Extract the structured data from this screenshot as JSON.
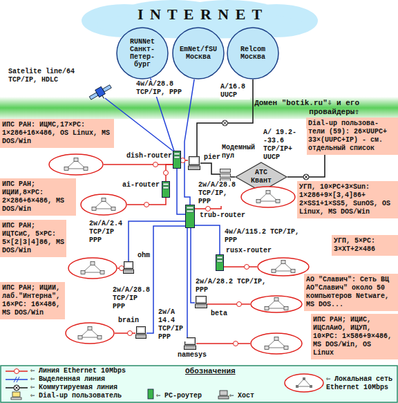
{
  "diagram": {
    "nodes": [
      {
        "text": [
          "I N T E R N E T"
        ]
      },
      {
        "text": [
          "RUNNet",
          "Санкт- Петер- бург"
        ]
      },
      {
        "text": [
          "EmNet/fSU",
          "Москва"
        ]
      },
      {
        "text": [
          "Relcom",
          "Москва"
        ]
      },
      {
        "text": [
          "Домен \"botik.ru\"⇩ и его провайдеры⇧"
        ]
      },
      {
        "text": [
          "ИПС РАН: ИЦМС,17×PC: 1×286+16×486, OS Linux, MS DOS/Win"
        ]
      },
      {
        "text": [
          "Dial-up пользова- тели (59): 26×UUPC+ 33×(UUPC+IP) - см. отдельный список"
        ]
      },
      {
        "text": [
          "dish-router"
        ]
      },
      {
        "text": [
          "pier"
        ]
      },
      {
        "text": [
          "Модемный пул"
        ]
      },
      {
        "text": [
          "АТС Квант"
        ]
      },
      {
        "text": [
          "ИПС РАН; ИЦИИ,8×PC: 2×286+6×486, MS DOS/Win"
        ]
      },
      {
        "text": [
          "ai-router"
        ]
      },
      {
        "text": [
          "trub-router"
        ]
      },
      {
        "text": [
          "УГП, 10×PC+3×Sun: 1×286+9×[3,4]86+ 2×SS1+1×SS5, SunOS, OS Linux, MS DOS/Win"
        ]
      },
      {
        "text": [
          "ИПС РАН; ИЦТСиС, 5×PC: 5×[2|3|4]86, MS DOS/Win"
        ]
      },
      {
        "text": [
          "ohm"
        ]
      },
      {
        "text": [
          "rusx-router"
        ]
      },
      {
        "text": [
          "УГП, 5×PC: 3×XT+2×486"
        ]
      },
      {
        "text": [
          "beta"
        ]
      },
      {
        "text": [
          "АО \"Славич\": Сеть ВЦ АО\"Славич\" около 50 компьютеров Netware, MS DOS..."
        ]
      },
      {
        "text": [
          "ИПС РАН; ИЦИИ, лаб.\"Интерна\", 16×PC: 16×486, MS DOS/Win"
        ]
      },
      {
        "text": [
          "brain"
        ]
      },
      {
        "text": [
          "namesys"
        ]
      },
      {
        "text": [
          "ИПС РАН; ИЦИС, ИЦСлАиО, ИЦУП, 10×PC: 1×586+9×486, MS DOS/Win, OS Linux"
        ]
      }
    ],
    "edges": [
      {
        "from": 1,
        "to": 7,
        "arrow": "none",
        "label": "4w/A/28.8 TCP/IP, PPP"
      },
      {
        "from": 2,
        "to": 13,
        "arrow": "none"
      },
      {
        "from": 3,
        "to": 8,
        "arrow": "none",
        "label": "A/16.8 UUCP"
      },
      {
        "from": 7,
        "to": 5,
        "arrow": "none"
      },
      {
        "from": 7,
        "to": 8,
        "arrow": "none"
      },
      {
        "from": 12,
        "to": 7,
        "arrow": "none"
      },
      {
        "from": 12,
        "to": 11,
        "arrow": "none"
      },
      {
        "from": 8,
        "to": 9,
        "arrow": "none"
      },
      {
        "from": 9,
        "to": 10,
        "arrow": "none"
      },
      {
        "from": 10,
        "to": 6,
        "arrow": "none",
        "label": "A/ 19.2--33.6 TCP/IP+ UUCP"
      },
      {
        "from": 7,
        "to": 13,
        "arrow": "none",
        "label": "2w/A/28.8 TCP/IP, PPP"
      },
      {
        "from": 13,
        "to": 14,
        "arrow": "none"
      },
      {
        "from": 13,
        "to": 16,
        "arrow": "none",
        "label": "2w/A/2.4 TCP/IP PPP"
      },
      {
        "from": 16,
        "to": 15,
        "arrow": "none"
      },
      {
        "from": 13,
        "to": 17,
        "arrow": "none",
        "label": "4w/A/115.2 TCP/IP, PPP"
      },
      {
        "from": 17,
        "to": 18,
        "arrow": "none"
      },
      {
        "from": 13,
        "to": 19,
        "arrow": "none",
        "label": "2w/A/28.2 TCP/IP, PPP"
      },
      {
        "from": 19,
        "to": 20,
        "arrow": "none"
      },
      {
        "from": 13,
        "to": 22,
        "arrow": "none",
        "label": "2w/A/28.8 TCP/IP PPP"
      },
      {
        "from": 22,
        "to": 21,
        "arrow": "none"
      },
      {
        "from": 13,
        "to": 23,
        "arrow": "none",
        "label": "2w/A 14.4 TCP/IP PPP"
      },
      {
        "from": 23,
        "to": 24,
        "arrow": "none"
      }
    ],
    "labels": [
      "Satelite line/64 TCP/IP, HDLC",
      "Обозначения"
    ],
    "legend": [
      {
        "text": "⇦ Линия Ethernet 10Mbps"
      },
      {
        "text": "⇦ Выделенная линия"
      },
      {
        "text": "⇦ Коммутируемая линия"
      },
      {
        "text": "⇦ Dial-up пользователь"
      },
      {
        "text": "⇦ PC-роутер"
      },
      {
        "text": "⇦ Хост"
      },
      {
        "text": "⇦ Локальная сеть Ethernet 10Mbps"
      }
    ]
  }
}
